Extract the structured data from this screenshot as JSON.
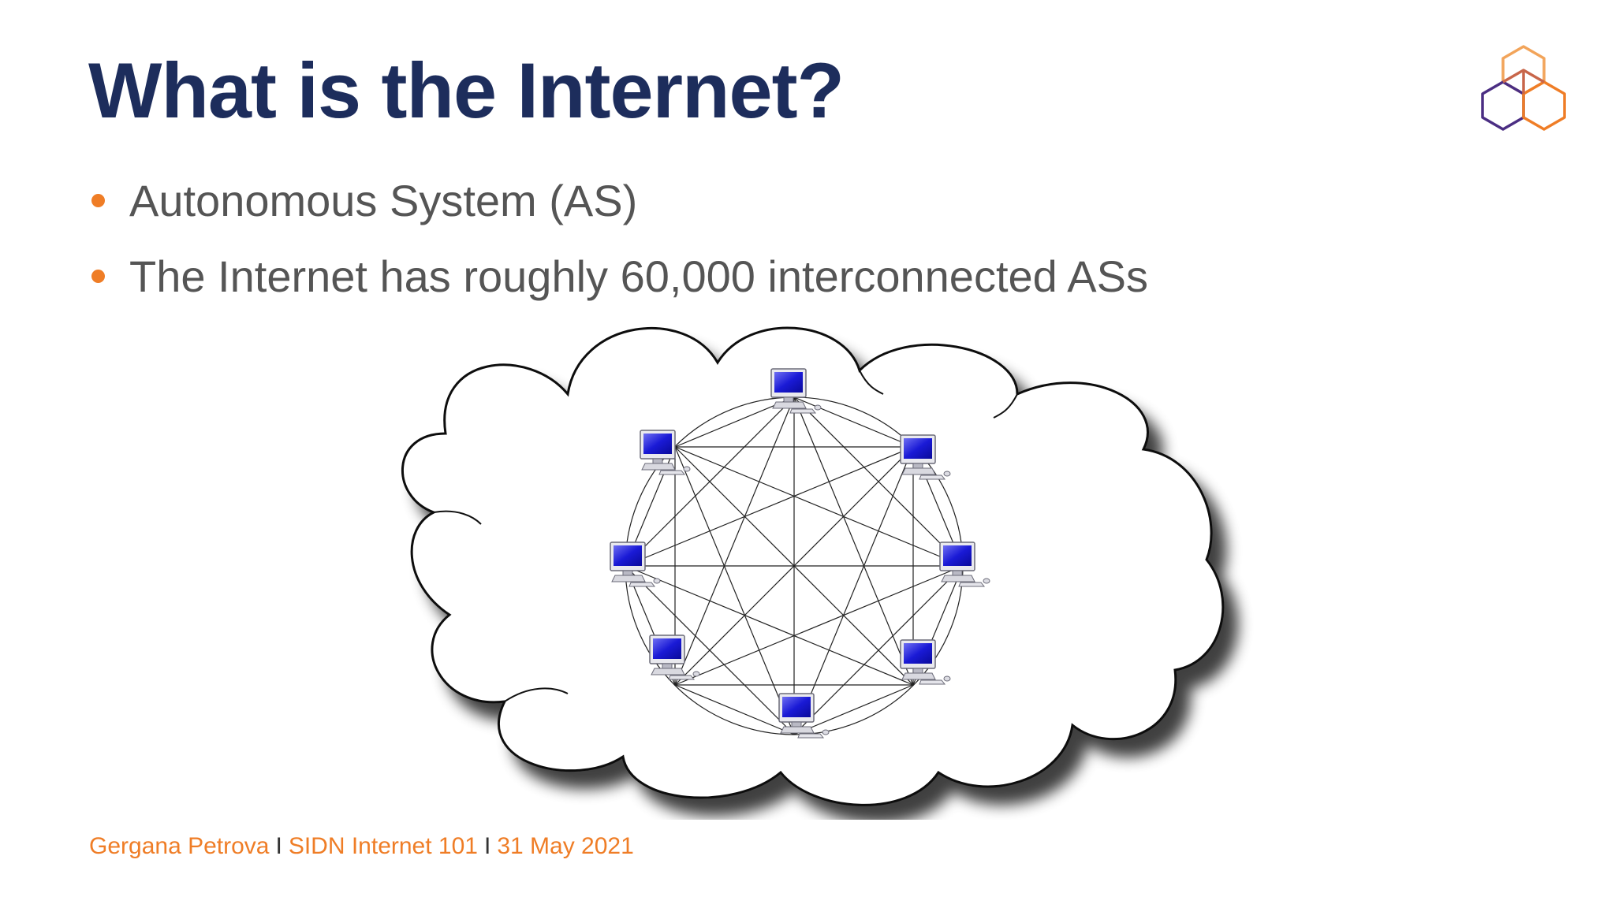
{
  "slide": {
    "title": "What is the Internet?",
    "bullets": [
      {
        "text": "Autonomous System (AS)"
      },
      {
        "text": "The Internet has roughly 60,000 interconnected ASs"
      }
    ],
    "footer": {
      "author": "Gergana Petrova",
      "separator": "I",
      "event": "SIDN Internet 101",
      "date": "31 May 2021"
    }
  },
  "diagram": {
    "computers": [
      "computer-top",
      "computer-top-right",
      "computer-right",
      "computer-bottom-right",
      "computer-bottom",
      "computer-bottom-left",
      "computer-left",
      "computer-top-left"
    ],
    "icon": "desktop-computer-icon",
    "container": "cloud-shape"
  },
  "colors": {
    "title": "#1d2d5c",
    "bullet_dot": "#ef7d26",
    "body_text": "#555555",
    "footer": "#ef7d26",
    "monitor_screen": "#1a1ad6",
    "logo_orange": "#ef7d26",
    "logo_purple": "#4b2e83"
  }
}
